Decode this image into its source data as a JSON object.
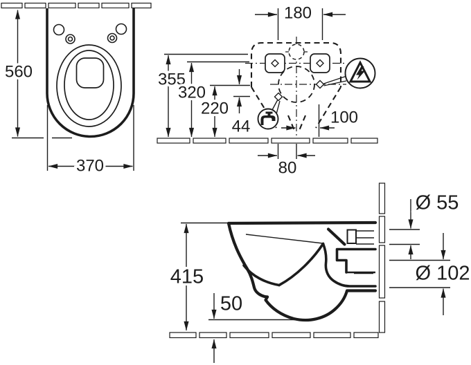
{
  "title": "Wall-hung WC installation dimension drawing",
  "views": {
    "top": {
      "name": "top view",
      "depth_mm": "560",
      "width_mm": "370"
    },
    "template": {
      "name": "wall installation template",
      "bolt_spacing_mm": "180",
      "h1_mm": "355",
      "h2_mm": "320",
      "h3_mm": "220",
      "water_drop_mm": "44",
      "electric_offset_mm": "100",
      "water_offset_mm": "80"
    },
    "side": {
      "name": "side section view",
      "rim_height_mm": "415",
      "outlet_clearance_mm": "50",
      "inlet_dia": "Ø 55",
      "outlet_dia": "Ø 102"
    }
  },
  "icons": {
    "water_supply": "faucet-icon",
    "electric_hazard": "high-voltage-warning-icon"
  },
  "colors": {
    "line": "#1c1c1c",
    "background": "#ffffff"
  }
}
